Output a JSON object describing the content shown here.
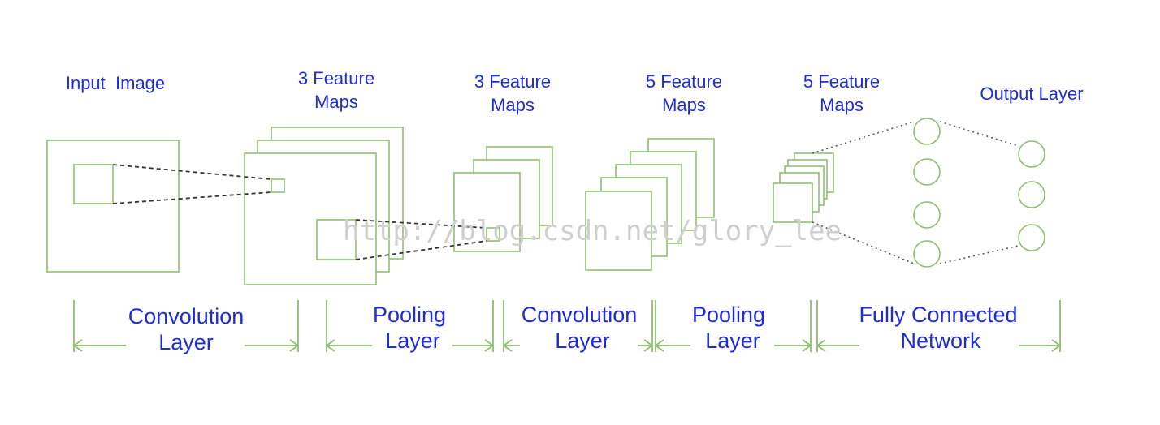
{
  "headers": {
    "input_image": "Input  Image",
    "maps1": [
      "3 Feature",
      "Maps"
    ],
    "maps2": [
      "3 Feature",
      "Maps"
    ],
    "maps3": [
      "5 Feature",
      "Maps"
    ],
    "maps4": [
      "5 Feature",
      "Maps"
    ],
    "output_layer": "Output Layer"
  },
  "sections": {
    "conv1": [
      "Convolution",
      "Layer"
    ],
    "pool1": [
      "Pooling",
      "Layer"
    ],
    "conv2": [
      "Convolution",
      "Layer"
    ],
    "pool2": [
      "Pooling",
      "Layer"
    ],
    "fc": [
      "Fully Connected",
      "Network"
    ]
  },
  "watermark": "http://blog.csdn.net/glory_lee",
  "structure": {
    "maps1_count": 3,
    "maps2_count": 3,
    "maps3_count": 5,
    "maps4_count": 5,
    "hidden_neurons": 4,
    "output_neurons": 3
  },
  "colors": {
    "shape_stroke": "#8fbf72",
    "text": "#1f2dd8",
    "dashed": "#333333",
    "dotted": "#555555",
    "watermark": "#cfcfcf"
  }
}
